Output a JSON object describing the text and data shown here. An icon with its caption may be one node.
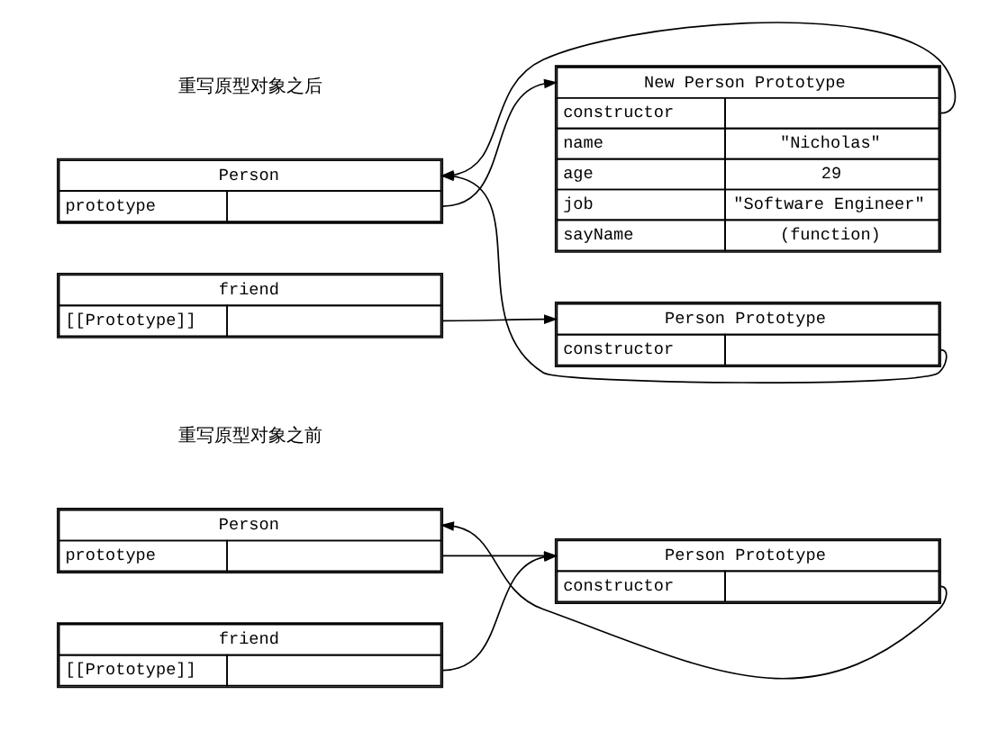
{
  "diagram": {
    "nodes": [
      {
        "text": [
          "Person",
          "prototype"
        ]
      },
      {
        "text": [
          "Person Prototype",
          "constructor"
        ]
      },
      {
        "text": [
          "friend",
          "[[Prototype]]"
        ]
      },
      {
        "text": [
          "Person",
          "prototype"
        ]
      },
      {
        "text": [
          "New Person Prototype",
          "constructor",
          "name",
          "\"Nicholas\"",
          "age",
          "29",
          "job",
          "\"Software Engineer\"",
          "sayName",
          "(function)"
        ]
      },
      {
        "text": [
          "friend",
          "[[Prototype]]"
        ]
      },
      {
        "text": [
          "Person Prototype",
          "constructor"
        ]
      }
    ],
    "edges": [
      {
        "from": 0,
        "to": 1,
        "arrow": "to"
      },
      {
        "from": 2,
        "to": 1,
        "arrow": "to"
      },
      {
        "from": 1,
        "to": 0,
        "arrow": "to"
      },
      {
        "from": 3,
        "to": 4,
        "arrow": "to"
      },
      {
        "from": 4,
        "to": 3,
        "arrow": "to"
      },
      {
        "from": 5,
        "to": 6,
        "arrow": "to"
      },
      {
        "from": 6,
        "to": 3,
        "arrow": "to"
      }
    ],
    "labels": [
      "重写原型对象之前",
      "重写原型对象之后"
    ]
  }
}
